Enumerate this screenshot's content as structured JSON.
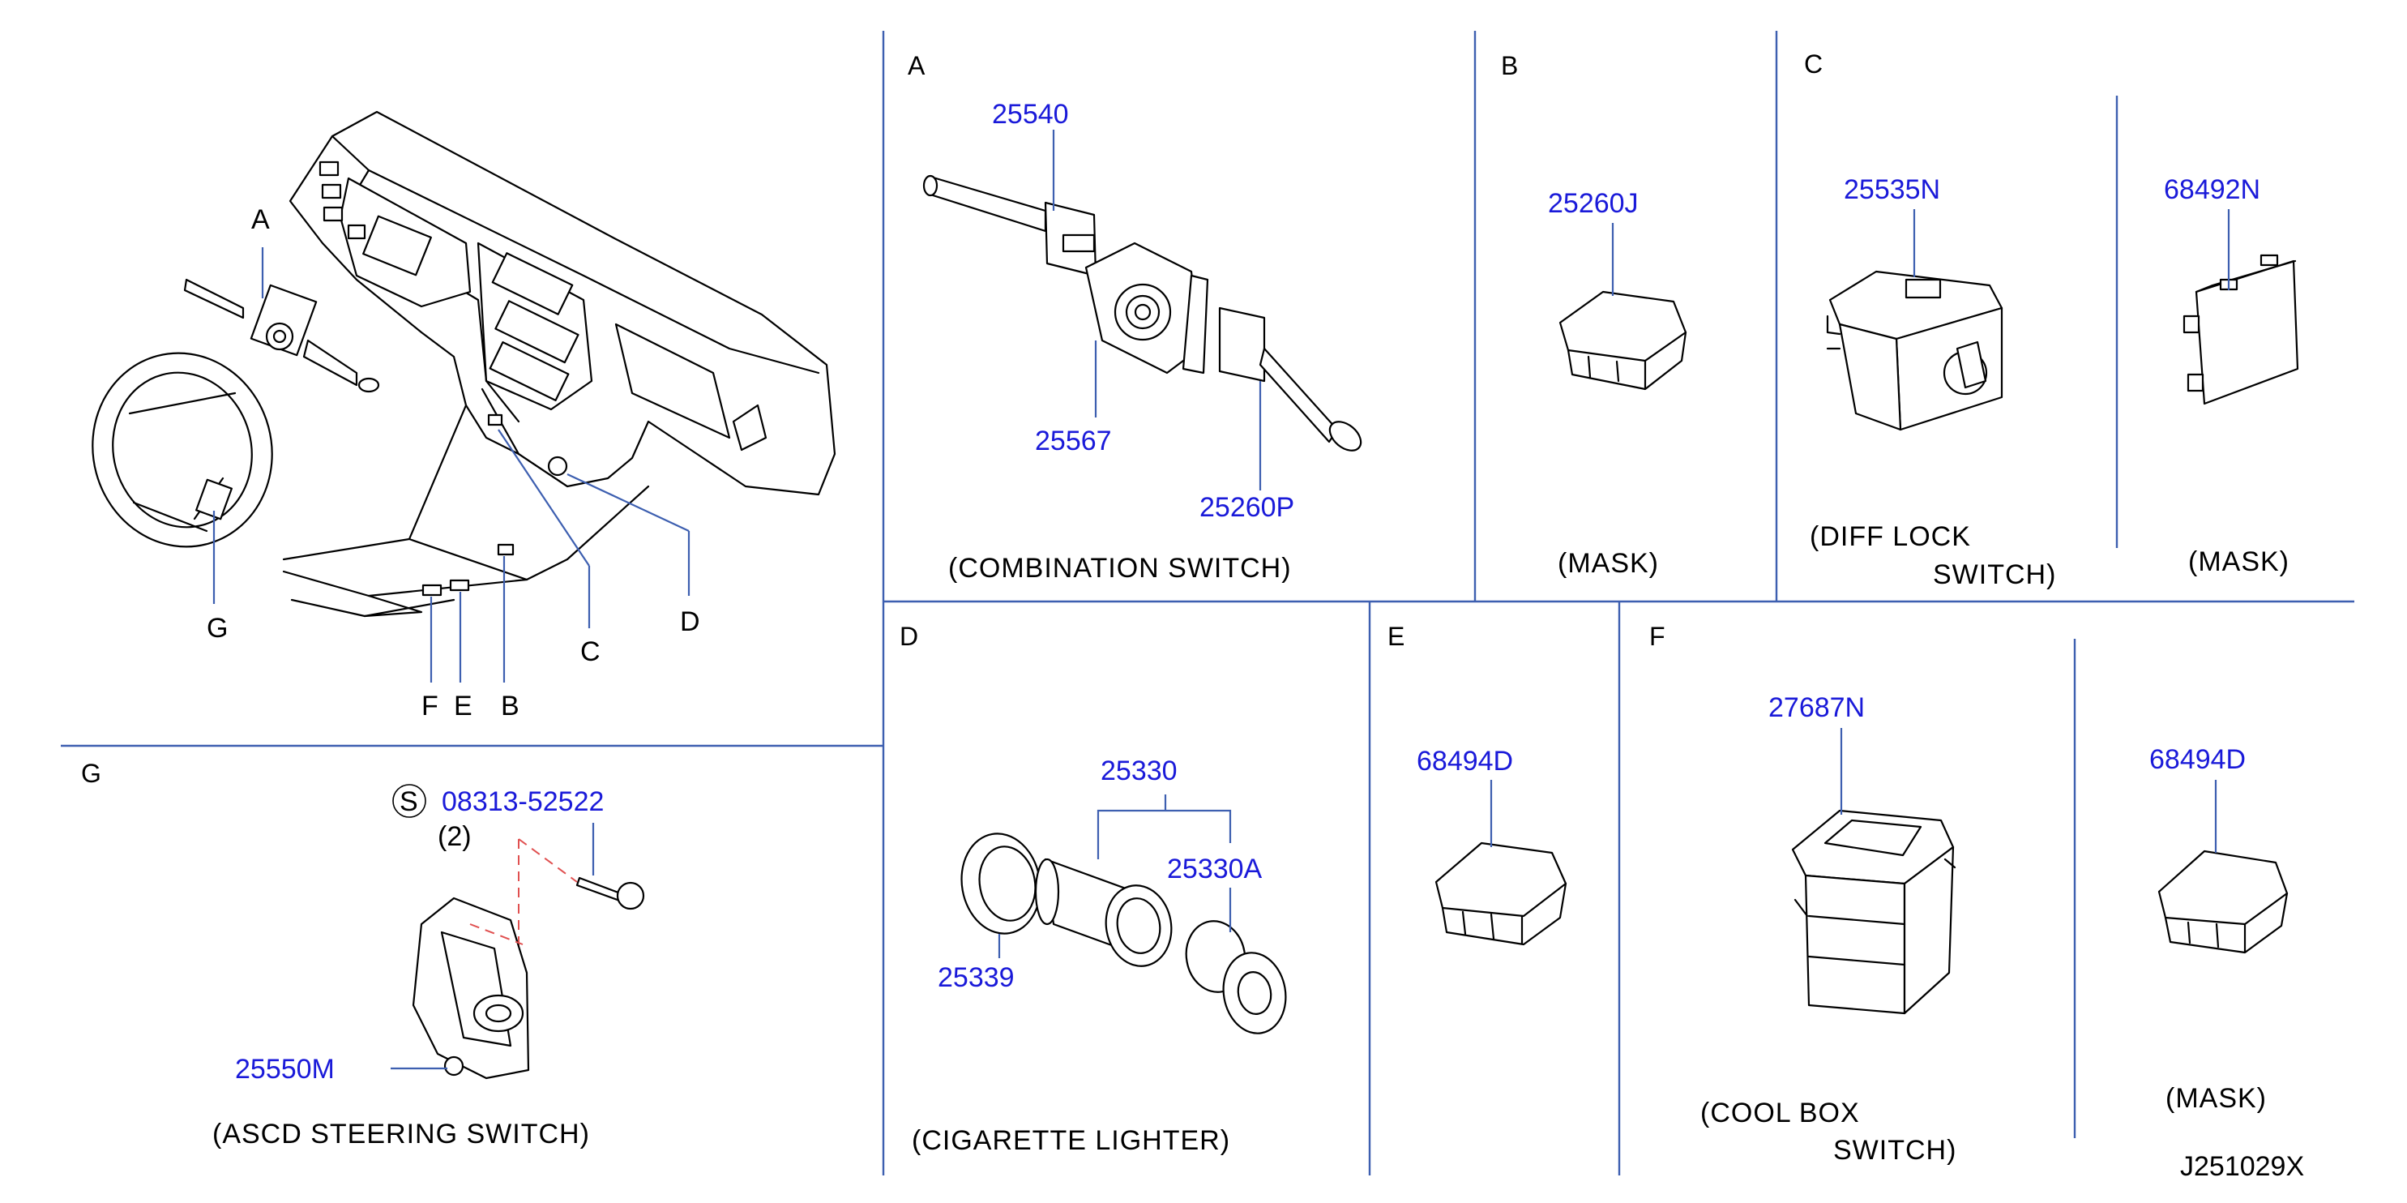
{
  "diagram_code": "J251029X",
  "colors": {
    "part_number": "#1a1ad9",
    "divider": "#3d5fb0",
    "leader": "#3d5fb0",
    "dashed": "#e05050",
    "ink": "#000000"
  },
  "overview": {
    "callouts": [
      "A",
      "G",
      "C",
      "D",
      "F",
      "E",
      "B"
    ]
  },
  "sections": {
    "A": {
      "letter": "A",
      "parts": [
        "25540",
        "25567",
        "25260P"
      ],
      "caption": "(COMBINATION   SWITCH)"
    },
    "B": {
      "letter": "B",
      "parts": [
        "25260J"
      ],
      "caption": "(MASK)"
    },
    "C": {
      "letter": "C",
      "parts": [
        "25535N",
        "68492N"
      ],
      "caption_line1": "(DIFF   LOCK",
      "caption_line2": "SWITCH)",
      "caption_mask": "(MASK)"
    },
    "D": {
      "letter": "D",
      "parts": [
        "25330",
        "25330A",
        "25339"
      ],
      "caption": "(CIGARETTE   LIGHTER)"
    },
    "E": {
      "letter": "E",
      "parts": [
        "68494D"
      ]
    },
    "F": {
      "letter": "F",
      "parts": [
        "27687N",
        "68494D"
      ],
      "caption_line1": "(COOL   BOX",
      "caption_line2": "SWITCH)",
      "caption_mask": "(MASK)"
    },
    "G": {
      "letter": "G",
      "screw_symbol": "S",
      "screw_part": "08313-52522",
      "screw_qty": "(2)",
      "parts": [
        "25550M"
      ],
      "caption": "(ASCD   STEERING   SWITCH)"
    }
  }
}
